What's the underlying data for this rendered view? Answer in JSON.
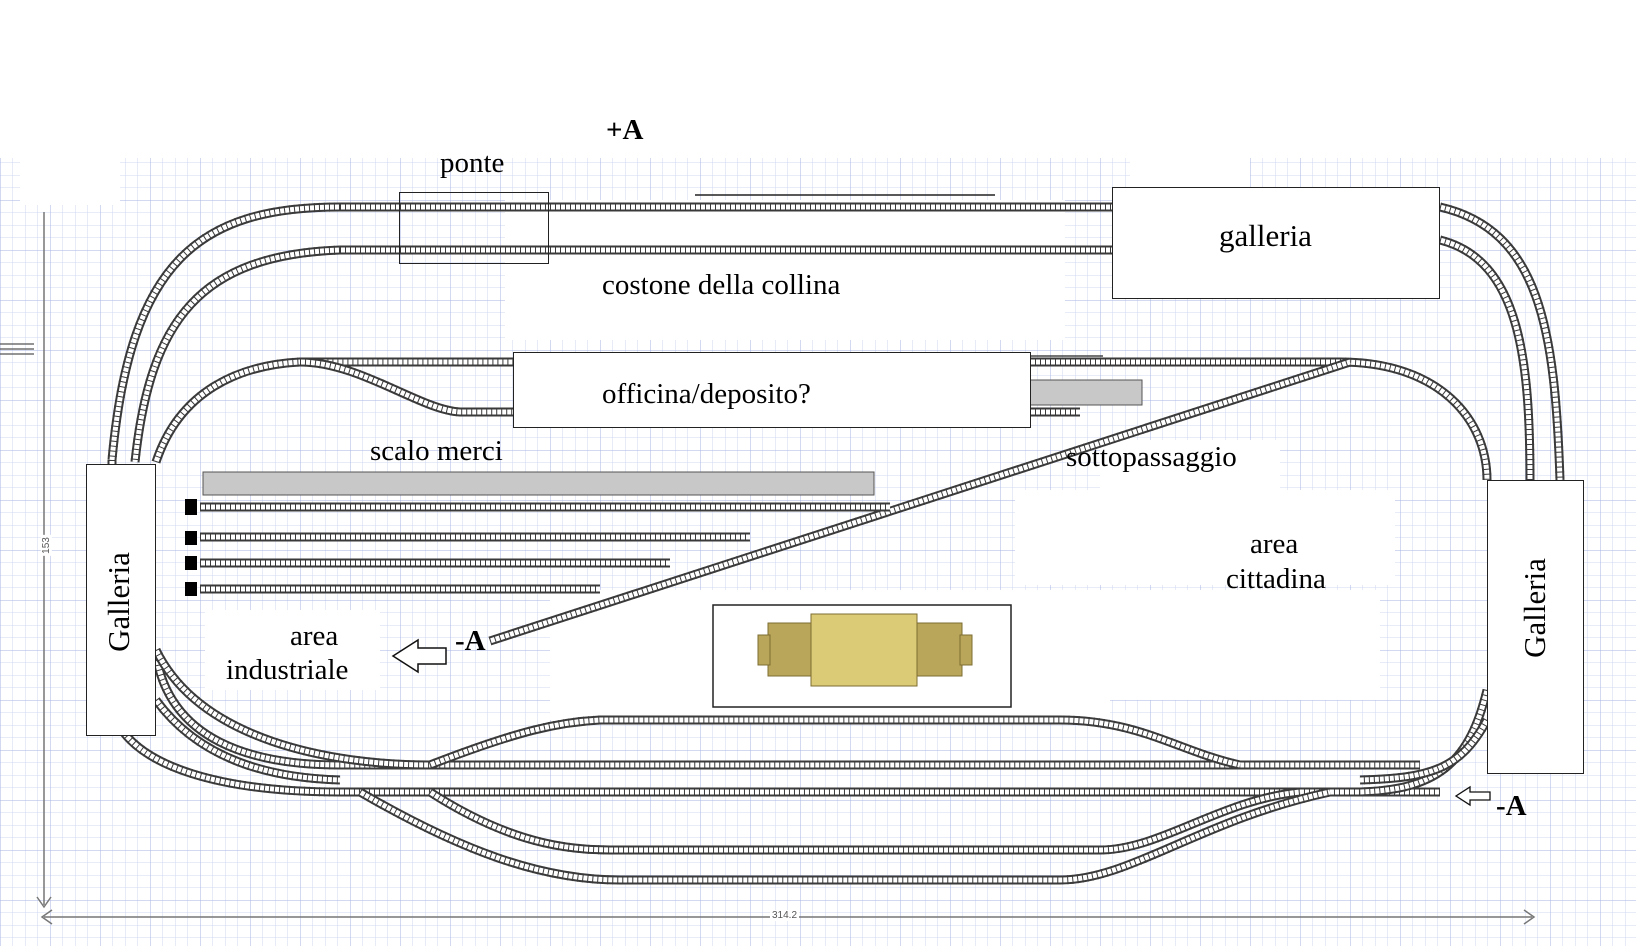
{
  "diagram": {
    "top_marker": "+A",
    "bridge_label": "ponte",
    "ridge_label": "costone della collina",
    "tunnel_top_label": "galleria",
    "workshop_label": "officina/deposito?",
    "freight_yard_label": "scalo merci",
    "underpass_label": "sottopassaggio",
    "city_area_label_line1": "area",
    "city_area_label_line2": "cittadina",
    "industrial_area_label_line1": "area",
    "industrial_area_label_line2": "industriale",
    "tunnel_left_label": "Galleria",
    "tunnel_right_label": "Galleria",
    "minus_a_left": "-A",
    "minus_a_right": "-A",
    "dimension_width": "314.2",
    "dimension_height": "153"
  },
  "colors": {
    "grid": "#b9c4e8",
    "grid_bold": "#9aa8dc",
    "track": "#3a3a3a",
    "platform": "#c8c8c8",
    "station_light": "#dccb76",
    "station_dark": "#b9a65a"
  }
}
